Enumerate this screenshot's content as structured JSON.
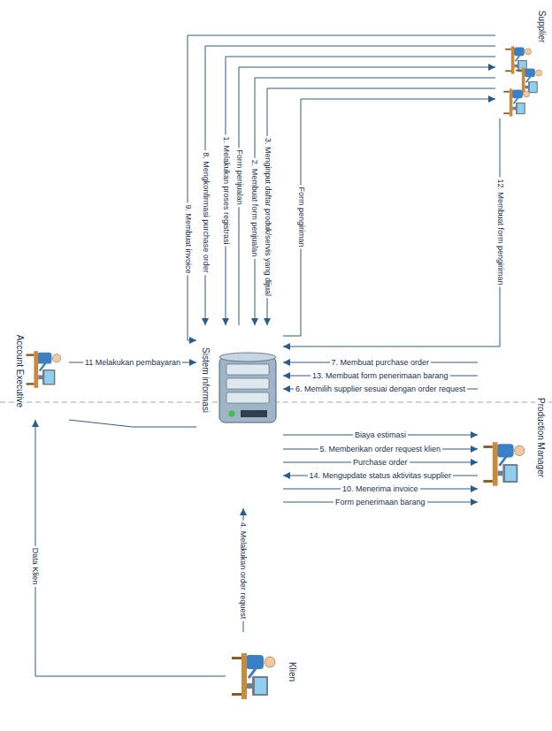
{
  "diagram": {
    "nodes": [
      {
        "text": [
          "Supplier"
        ]
      },
      {
        "text": [
          "Production Manager"
        ]
      },
      {
        "text": [
          "Sistem informasi"
        ]
      },
      {
        "text": [
          "Account Executive"
        ]
      },
      {
        "text": [
          "Klien"
        ]
      }
    ],
    "edges": [
      {
        "from": 0,
        "to": 2,
        "arrow": "to",
        "label": "1. Melakukan proses registrasi"
      },
      {
        "from": 2,
        "to": 0,
        "arrow": "to",
        "label": "Form penjualan"
      },
      {
        "from": 0,
        "to": 2,
        "arrow": "to",
        "label": "2. Membuat form penjualan"
      },
      {
        "from": 0,
        "to": 2,
        "arrow": "to",
        "label": "3. Menginput daftar produk/servis yang dijual"
      },
      {
        "from": 2,
        "to": 0,
        "arrow": "to",
        "label": "Form pengiriman"
      },
      {
        "from": 0,
        "to": 2,
        "arrow": "to",
        "label": "8. Mengkonfirmasi purchase order"
      },
      {
        "from": 0,
        "to": 2,
        "arrow": "to",
        "label": "9. Membuat invoice"
      },
      {
        "from": 0,
        "to": 2,
        "arrow": "to",
        "label": "12. Membuat form pengiriman"
      },
      {
        "from": 1,
        "to": 2,
        "arrow": "to",
        "label": "7. Membuat purchase order"
      },
      {
        "from": 1,
        "to": 2,
        "arrow": "to",
        "label": "13. Membuat form penerimaan barang"
      },
      {
        "from": 1,
        "to": 2,
        "arrow": "to",
        "label": "6. Memilih supplier sesuai dengan order request"
      },
      {
        "from": 2,
        "to": 1,
        "arrow": "to",
        "label": "Biaya estimasi"
      },
      {
        "from": 2,
        "to": 1,
        "arrow": "to",
        "label": "5. Memberikan order request klien"
      },
      {
        "from": 2,
        "to": 1,
        "arrow": "to",
        "label": "Purchase order"
      },
      {
        "from": 1,
        "to": 2,
        "arrow": "to",
        "label": "14. Mengupdate status aktivitas supplier"
      },
      {
        "from": 2,
        "to": 1,
        "arrow": "to",
        "label": "10. Menerima invoice"
      },
      {
        "from": 2,
        "to": 1,
        "arrow": "to",
        "label": "Form penerimaan barang"
      },
      {
        "from": 3,
        "to": 2,
        "arrow": "to",
        "label": "11 Melakukan pembayaran"
      },
      {
        "from": 3,
        "to": 2,
        "arrow": "none"
      },
      {
        "from": 4,
        "to": 2,
        "arrow": "to",
        "label": "4. Melakukan order request"
      },
      {
        "from": 4,
        "to": 3,
        "arrow": "to",
        "label": "Data Klien"
      }
    ]
  }
}
